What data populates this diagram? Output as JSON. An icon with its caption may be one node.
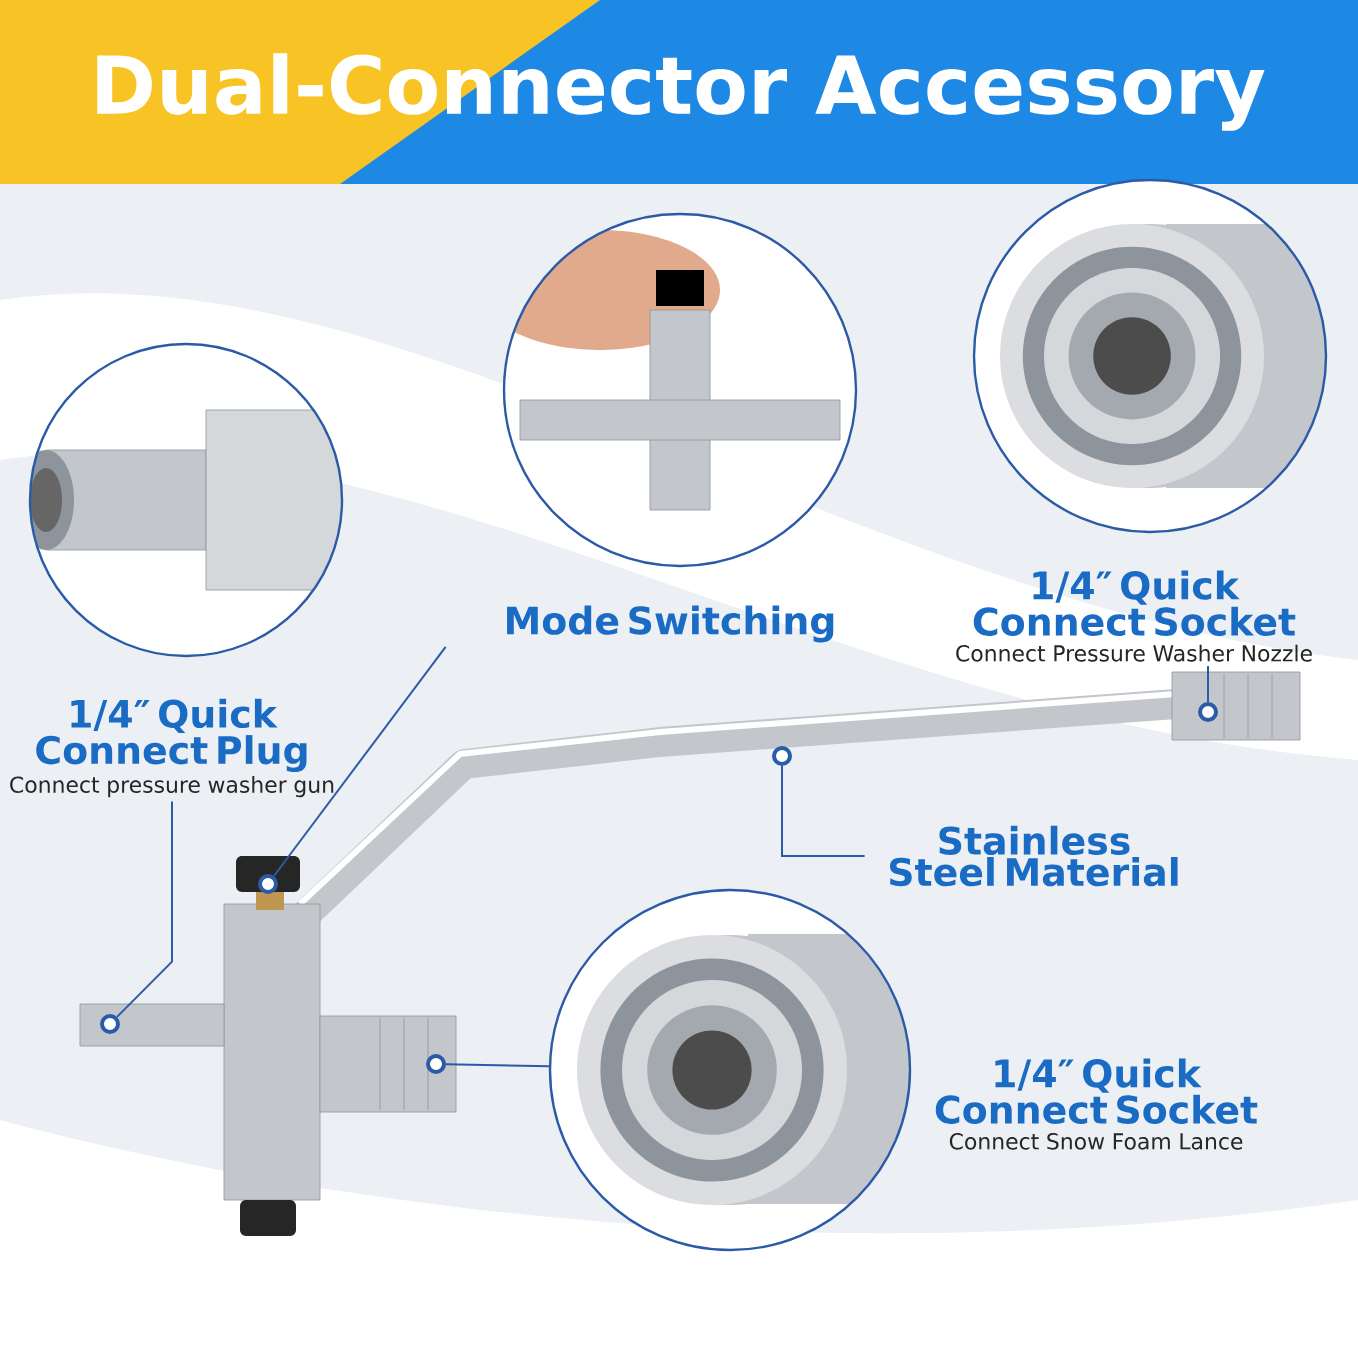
{
  "diagram": {
    "title": "Dual-Connector Accessory",
    "nodes": [
      {
        "text": [
          "1/4″ Quick Connect Plug",
          "Connect pressure washer gun"
        ]
      },
      {
        "text": [
          "Mode Switching"
        ]
      },
      {
        "text": [
          "1/4″ Quick Connect Socket",
          "Connect Pressure Washer Nozzle"
        ]
      },
      {
        "text": [
          "Stainless Steel Material"
        ]
      },
      {
        "text": [
          "1/4″ Quick Connect Socket",
          "Connect Snow Foam Lance"
        ]
      },
      {
        "text": [],
        "shape": "circle"
      },
      {
        "text": [],
        "shape": "circle"
      },
      {
        "text": [],
        "shape": "circle"
      },
      {
        "text": [],
        "shape": "circle"
      },
      {
        "text": [],
        "shape": "circle"
      },
      {
        "text": [],
        "shape": "picture"
      }
    ],
    "edges": [
      {
        "from": 0,
        "to": 5,
        "arrow": "none"
      },
      {
        "from": 1,
        "to": 6,
        "arrow": "none"
      },
      {
        "from": 2,
        "to": 7,
        "arrow": "none"
      },
      {
        "from": 3,
        "to": 8,
        "arrow": "none"
      },
      {
        "from": 10,
        "to": 9,
        "arrow": "none"
      }
    ]
  }
}
